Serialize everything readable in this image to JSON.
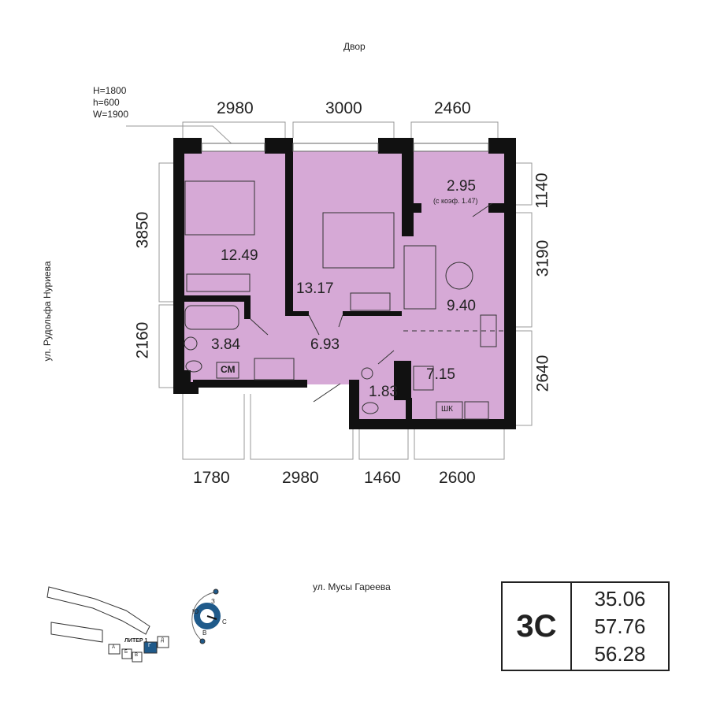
{
  "labels": {
    "yard": "Двор",
    "street_left": "ул. Рудольфа Нуриева",
    "street_bottom": "ул. Мусы Гареева"
  },
  "window_spec": {
    "H": "H=1800",
    "h": "h=600",
    "W": "W=1900"
  },
  "dimensions": {
    "top": [
      "2980",
      "3000",
      "2460"
    ],
    "bottom": [
      "1780",
      "2980",
      "1460",
      "2600"
    ],
    "left": [
      "3850",
      "2160"
    ],
    "right": [
      "1140",
      "3190",
      "2640"
    ]
  },
  "rooms": {
    "bedroom1": "12.49",
    "bedroom2": "13.17",
    "loggia": "2.95",
    "loggia_note": "(с коэф. 1.47)",
    "living": "9.40",
    "kitchen": "7.15",
    "bathroom": "3.84",
    "hall": "6.93",
    "wc": "1.83"
  },
  "fixtures": {
    "washer": "СМ",
    "cabinet": "ШК"
  },
  "summary": {
    "type": "3С",
    "living_area": "35.06",
    "total_area": "57.76",
    "area_coef": "56.28"
  },
  "site_map": {
    "liter": "ЛИТЕР 1",
    "sections": [
      "А",
      "Б",
      "В",
      "Г",
      "Д"
    ],
    "compass": {
      "n": "З",
      "s": "В",
      "w": "Ю",
      "e": "С"
    }
  },
  "colors": {
    "room": "#d6a9d6",
    "wall": "#111111",
    "highlight": "#1f5a8a"
  }
}
